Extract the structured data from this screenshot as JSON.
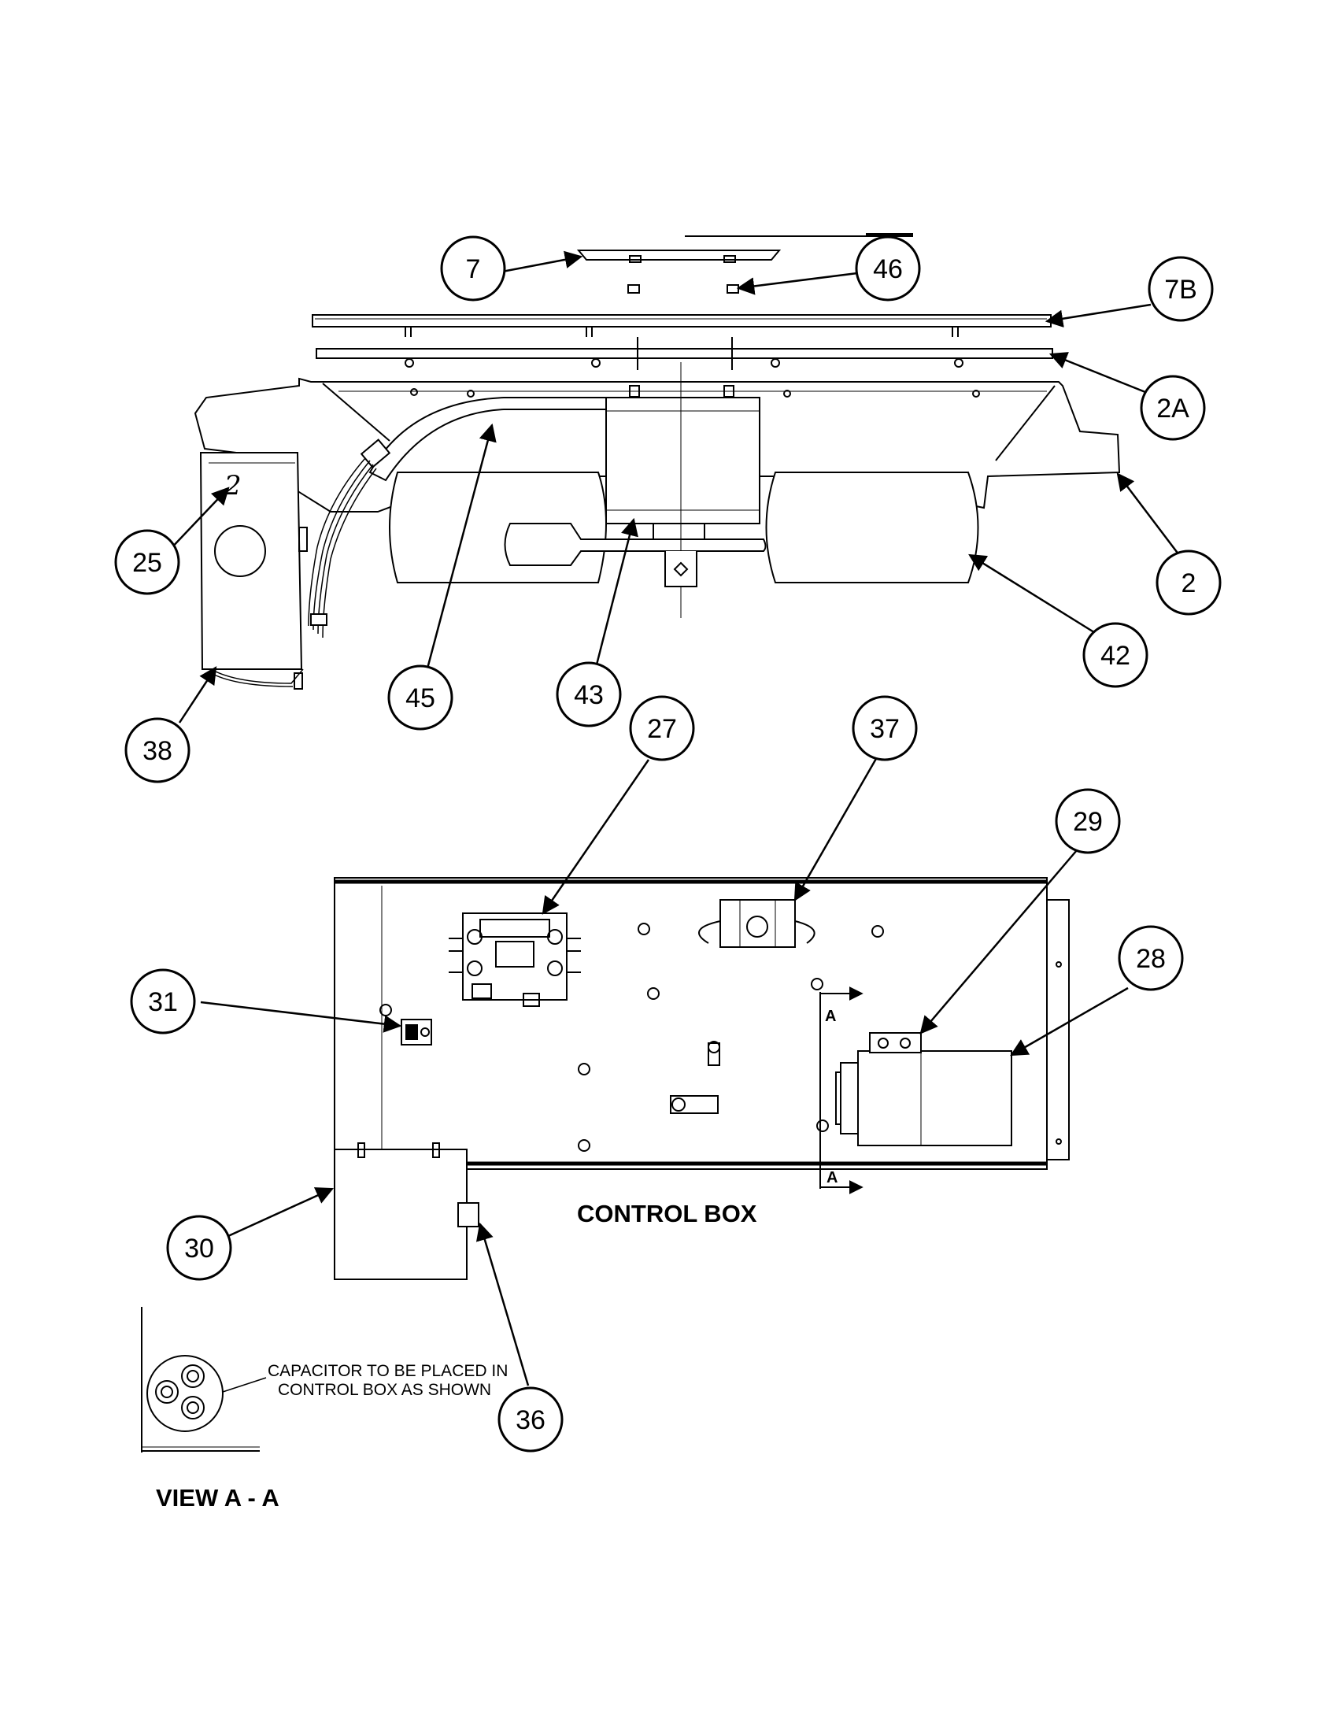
{
  "callouts": {
    "c7": "7",
    "c46": "46",
    "c7b": "7B",
    "c2a": "2A",
    "c2": "2",
    "c42": "42",
    "c43": "43",
    "c45": "45",
    "c25": "25",
    "c38": "38",
    "c27": "27",
    "c37": "37",
    "c29": "29",
    "c28": "28",
    "c31": "31",
    "c30": "30",
    "c36": "36"
  },
  "labels": {
    "control_box": "CONTROL BOX",
    "view_aa": "VIEW A - A",
    "section_mark": "A",
    "capacitor_note_line1": "CAPACITOR TO BE PLACED IN",
    "capacitor_note_line2": "CONTROL BOX AS SHOWN",
    "handwritten_mark": "2"
  }
}
